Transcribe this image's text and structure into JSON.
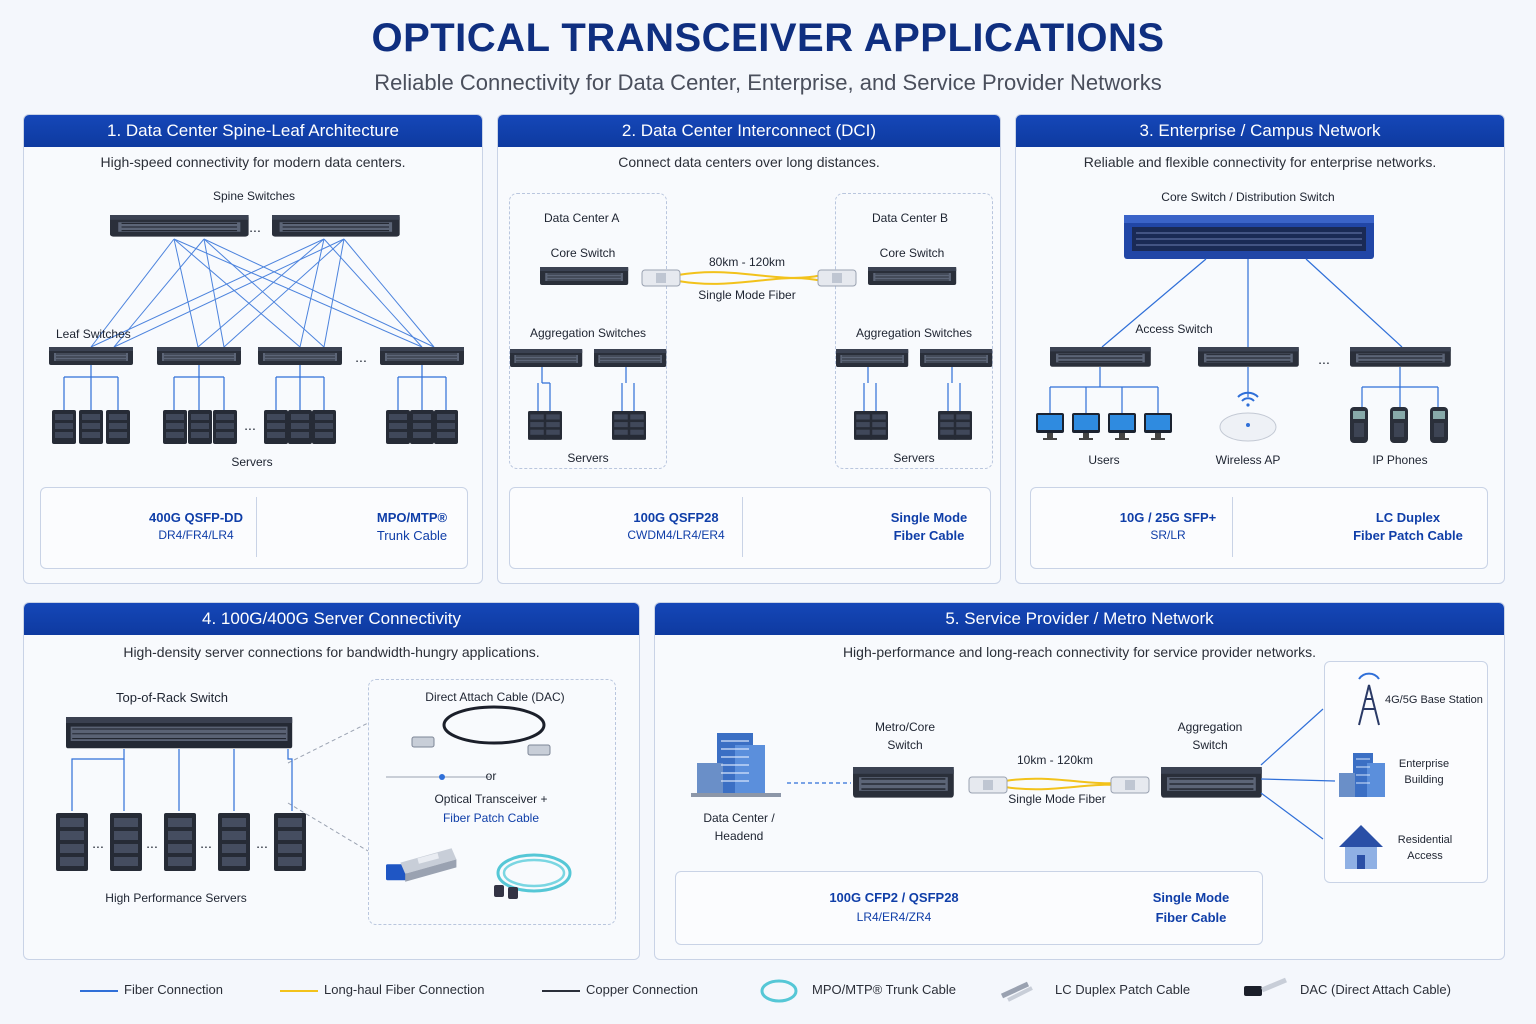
{
  "header": {
    "title": "OPTICAL TRANSCEIVER APPLICATIONS",
    "subtitle": "Reliable Connectivity for Data Center, Enterprise, and Service Provider Networks"
  },
  "p1": {
    "title": "1. Data Center Spine-Leaf Architecture",
    "desc": "High-speed connectivity for modern data centers.",
    "spine_label": "Spine Switches",
    "leaf_label": "Leaf Switches",
    "servers_label": "Servers",
    "ellipsis": "...",
    "prod1_title": "400G QSFP-DD",
    "prod1_sub": "DR4/FR4/LR4",
    "prod2_title": "MPO/MTP®",
    "prod2_sub": "Trunk Cable"
  },
  "p2": {
    "title": "2. Data Center Interconnect (DCI)",
    "desc": "Connect data centers over long distances.",
    "dc_a": "Data Center A",
    "dc_b": "Data Center B",
    "core_a": "Core Switch",
    "core_b": "Core Switch",
    "agg_a": "Aggregation Switches",
    "agg_b": "Aggregation Switches",
    "servers_a": "Servers",
    "servers_b": "Servers",
    "distance": "80km - 120km",
    "fiber": "Single Mode Fiber",
    "prod1_title": "100G QSFP28",
    "prod1_sub": "CWDM4/LR4/ER4",
    "prod2_title": "Single Mode",
    "prod2_sub": "Fiber Cable"
  },
  "p3": {
    "title": "3. Enterprise / Campus Network",
    "desc": "Reliable and flexible connectivity for enterprise networks.",
    "core_label": "Core Switch / Distribution Switch",
    "access_label": "Access Switch",
    "users": "Users",
    "ap": "Wireless AP",
    "phones": "IP Phones",
    "ellipsis": "...",
    "prod1_title": "10G / 25G SFP+",
    "prod1_sub": "SR/LR",
    "prod2_title": "LC Duplex",
    "prod2_sub": "Fiber Patch Cable"
  },
  "p4": {
    "title": "4. 100G/400G Server Connectivity",
    "desc": "High-density server connections for bandwidth-hungry applications.",
    "tor_label": "Top-of-Rack Switch",
    "servers_label": "High Performance Servers",
    "dac_label": "Direct Attach Cable (DAC)",
    "or": "or",
    "opt_label": "Optical Transceiver +",
    "opt_label2": "Fiber Patch Cable",
    "ellipsis": "..."
  },
  "p5": {
    "title": "5. Service Provider / Metro Network",
    "desc": "High-performance and long-reach connectivity for service provider networks.",
    "dc_label": "Data Center /",
    "dc_label2": "Headend",
    "metro_label": "Metro/Core",
    "metro_label2": "Switch",
    "agg_label": "Aggregation",
    "agg_label2": "Switch",
    "distance": "10km - 120km",
    "fiber": "Single Mode Fiber",
    "bs": "4G/5G Base Station",
    "ent": "Enterprise",
    "ent2": "Building",
    "res": "Residential",
    "res2": "Access",
    "prod1_title": "100G CFP2 / QSFP28",
    "prod1_sub": "LR4/ER4/ZR4",
    "prod2_title": "Single Mode",
    "prod2_sub": "Fiber Cable"
  },
  "legend": {
    "fiber": "Fiber Connection",
    "longhaul": "Long-haul Fiber Connection",
    "copper": "Copper Connection",
    "mpo": "MPO/MTP® Trunk Cable",
    "lc": "LC Duplex Patch Cable",
    "dac": "DAC (Direct Attach Cable)"
  },
  "colors": {
    "header": "#0f2f80",
    "panel_head": "#1547b8",
    "fiber": "#2f6fd8",
    "longhaul": "#f2c21b",
    "copper": "#2a2f3a",
    "aqua_cable": "#55c7d6"
  }
}
